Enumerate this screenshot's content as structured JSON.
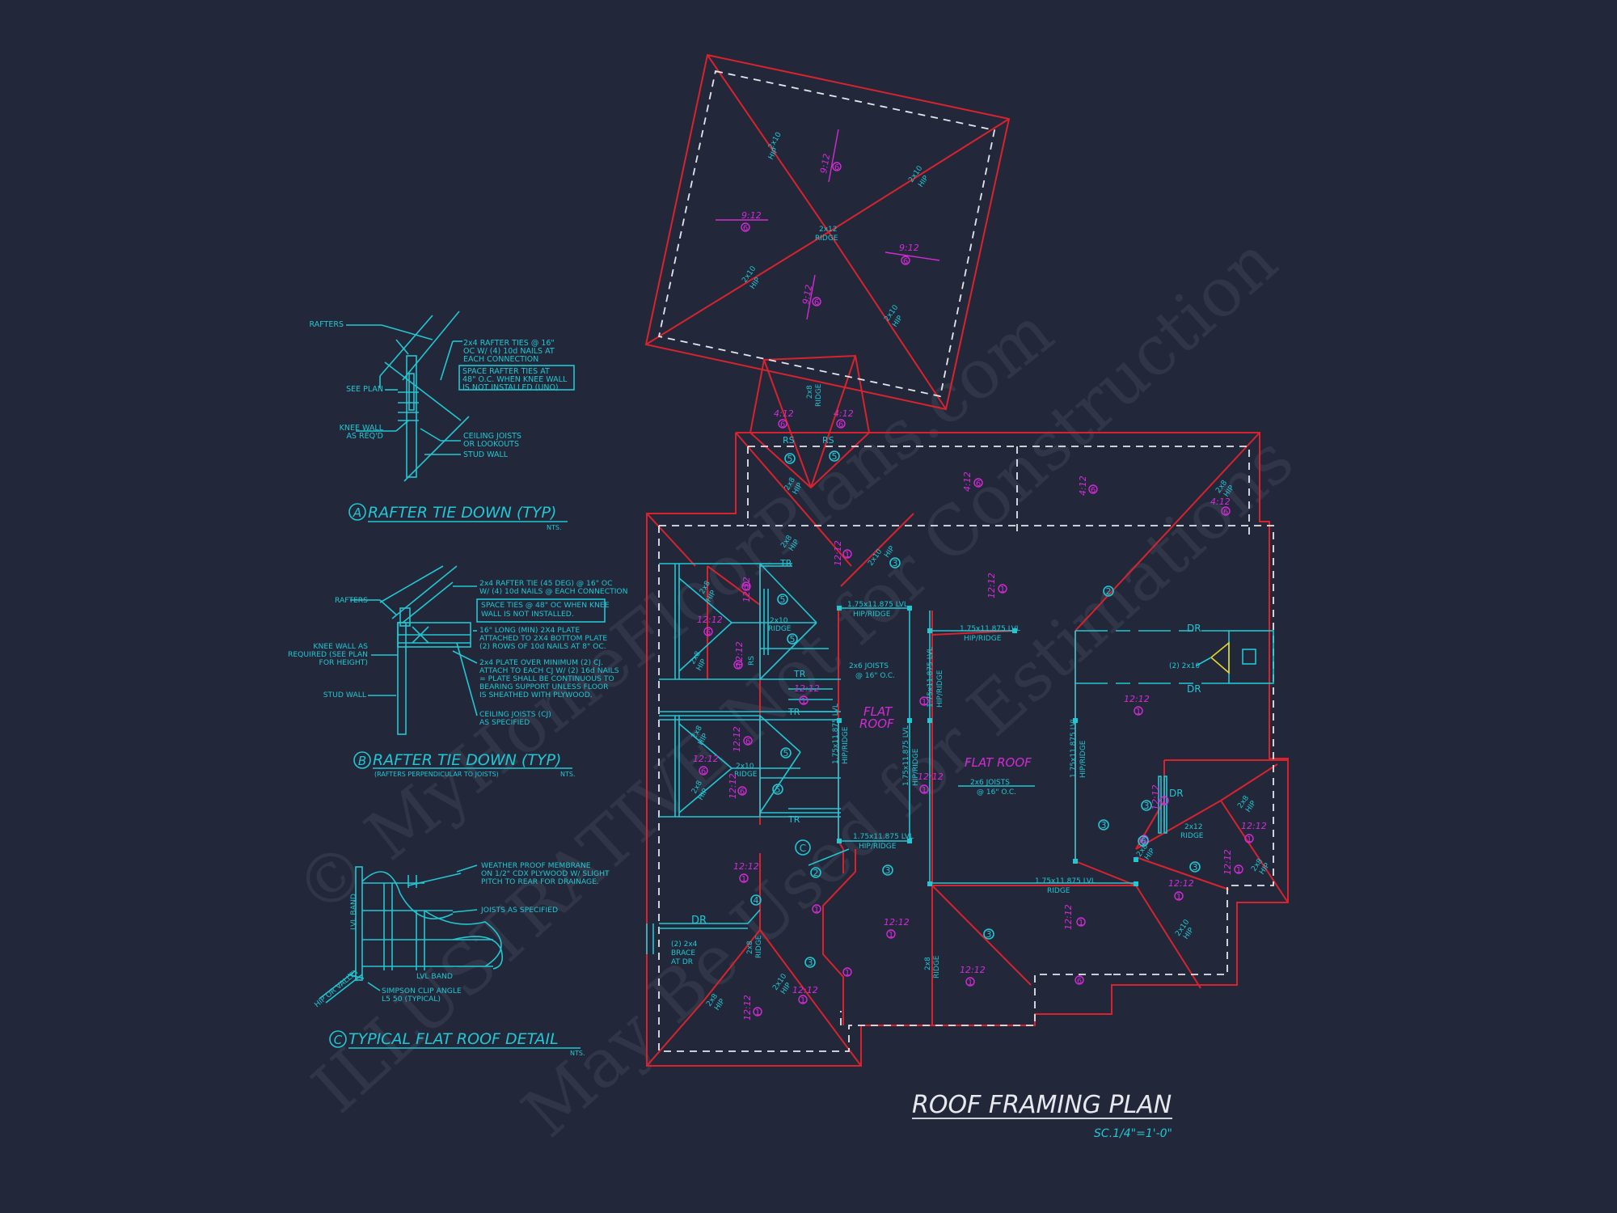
{
  "watermark": {
    "line1": "© MyHomeFloorPlans.com",
    "line2": "ILLUSTRATIVE Not for Construction",
    "line3": "May Be Used for Estimations"
  },
  "plan_title": "ROOF FRAMING PLAN",
  "plan_scale": "SC.1/4\"=1'-0\"",
  "detail_a": {
    "marker": "A",
    "title": "RAFTER TIE DOWN (TYP)",
    "nts": "NTS.",
    "labels": {
      "rafters": "RAFTERS",
      "see_plan": "SEE PLAN",
      "knee_wall_1": "KNEE WALL",
      "knee_wall_2": "AS REQ'D",
      "tie_1": "2x4 RAFTER TIES @ 16\"",
      "tie_2": "OC W/ (4) 10d NAILS AT",
      "tie_3": "EACH CONNECTION",
      "space_1": "SPACE RAFTER TIES AT",
      "space_2": "48\" O.C. WHEN KNEE WALL",
      "space_3": "IS NOT INSTALLED (UNO)",
      "ceiling_1": "CEILING JOISTS",
      "ceiling_2": "OR LOOKOUTS",
      "stud_wall": "STUD WALL"
    }
  },
  "detail_b": {
    "marker": "B",
    "title": "RAFTER TIE DOWN (TYP)",
    "subtitle": "(RAFTERS PERPENDICULAR TO JOISTS)",
    "nts": "NTS.",
    "labels": {
      "rafters": "RAFTERS",
      "knee_1": "KNEE WALL AS",
      "knee_2": "REQUIRED (SEE PLAN",
      "knee_3": "FOR HEIGHT)",
      "stud_wall": "STUD WALL",
      "t1": "2x4 RAFTER TIE (45 DEG) @ 16\" OC",
      "t2": "W/ (4) 10d NAILS @ EACH CONNECTION",
      "s1": "SPACE TIES @ 48\" OC WHEN KNEE",
      "s2": "WALL IS NOT INSTALLED.",
      "p1": "16\" LONG (MIN) 2X4 PLATE",
      "p2": "ATTACHED TO 2X4 BOTTOM PLATE",
      "p3": "(2) ROWS OF 10d NAILS AT 8\" OC.",
      "q1": "2x4 PLATE OVER MINIMUM (2) CJ.",
      "q2": "ATTACH TO EACH CJ W/ (2) 16d NAILS",
      "q3": "= PLATE SHALL BE CONTINUOUS TO",
      "q4": "BEARING SUPPORT UNLESS FLOOR",
      "q5": "IS SHEATHED WITH PLYWOOD.",
      "c1": "CEILING JOISTS (CJ)",
      "c2": "AS SPECIFIED"
    }
  },
  "detail_c": {
    "marker": "C",
    "title": "TYPICAL FLAT ROOF DETAIL",
    "nts": "NTS.",
    "labels": {
      "w1": "WEATHER PROOF MEMBRANE",
      "w2": "ON 1/2\" CDX PLYWOOD W/ SLIGHT",
      "w3": "PITCH TO REAR FOR DRAINAGE.",
      "joists": "JOISTS AS SPECIFIED",
      "lvl_band_v": "LVL BAND",
      "lvl_band_h": "LVL BAND",
      "hip": "HIP OR VALLEY",
      "simpson_1": "SIMPSON CLIP ANGLE",
      "simpson_2": "L5 50 (TYPICAL)"
    }
  },
  "plan": {
    "pitch_912": "9:12",
    "pitch_412": "4:12",
    "pitch_1212": "12:12",
    "n1": "1",
    "n2": "2",
    "n3": "3",
    "n4": "4",
    "n5": "5",
    "n6": "6",
    "hip_2x10": "2x10",
    "hip_2x8": "2x8",
    "hip": "HIP",
    "ridge_2x12": "2x12",
    "ridge_2x10": "2x10",
    "ridge_2x8": "2x8",
    "ridge": "RIDGE",
    "rs": "RS",
    "tr": "TR",
    "dr": "DR",
    "two_2x10": "(2) 2x10",
    "lvl": "1.75x11.875 LVL",
    "hip_ridge": "HIP/RIDGE",
    "flat_roof": "FLAT ROOF",
    "flat": "FLAT",
    "roof": "ROOF",
    "joists_1": "2x6 JOISTS",
    "joists_2": "@ 16\" O.C.",
    "brace_1": "(2) 2x4",
    "brace_2": "BRACE",
    "brace_3": "AT DR",
    "c_marker": "C"
  }
}
